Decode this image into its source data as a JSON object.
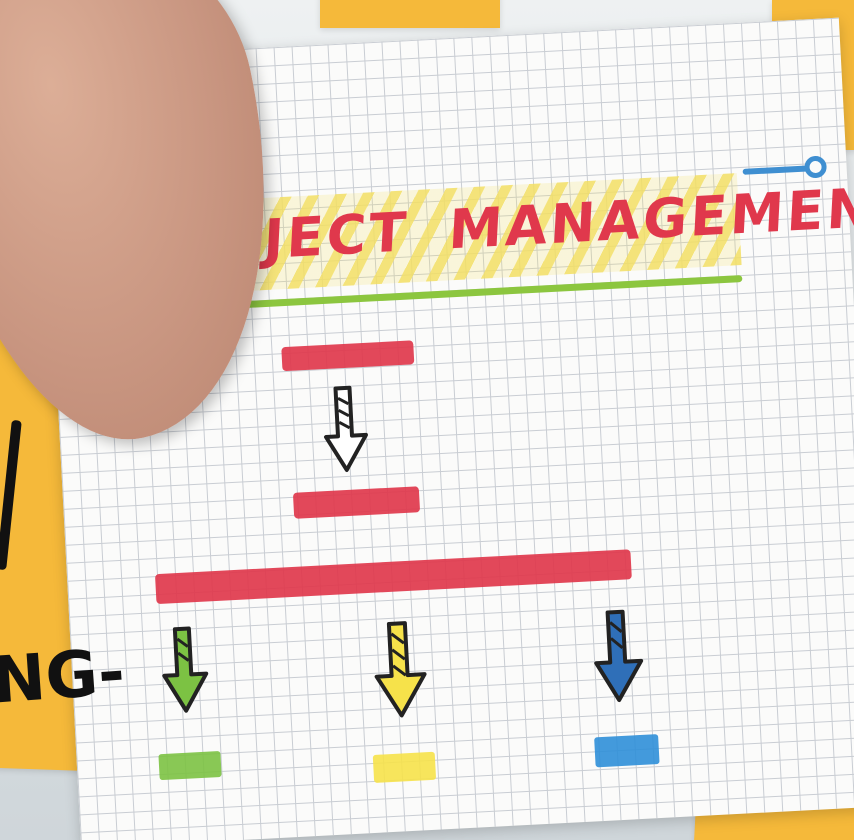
{
  "board": {
    "title_word1": "PROJECT",
    "title_word2": "MANAGEMENT",
    "side_fragment": "NG-"
  },
  "colors": {
    "title": "#e0384c",
    "underline": "#8cc63f",
    "title_highlight": "#f3df63",
    "bars": "#e0384c",
    "pin": "#3f8fd1",
    "sticky_notes": "#f5b93a",
    "chip_left": "#7cc243",
    "chip_middle": "#f6e24a",
    "chip_right": "#2f8fd8",
    "arrow_left_fill": "#7cc243",
    "arrow_middle_fill": "#f6e24a",
    "arrow_right_fill": "#2f6fb8",
    "arrow_top_fill": "#ffffff"
  },
  "icons": {
    "arrows": [
      "down-arrow-icon",
      "down-arrow-icon",
      "down-arrow-icon",
      "down-arrow-icon"
    ],
    "pin": "pin-icon"
  }
}
